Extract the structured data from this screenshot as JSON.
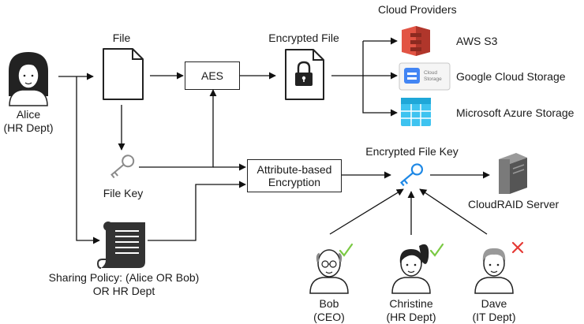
{
  "title": "Cloud Providers",
  "alice": {
    "name": "Alice",
    "dept": "(HR Dept)"
  },
  "file_label": "File",
  "encrypted_file_label": "Encrypted File",
  "aes_label": "AES",
  "file_key_label": "File Key",
  "abe": {
    "line1": "Attribute-based",
    "line2": "Encryption"
  },
  "encrypted_file_key_label": "Encrypted File Key",
  "cloudraid_label": "CloudRAID Server",
  "sharing_policy": {
    "line1": "Sharing Policy: (Alice OR Bob)",
    "line2": "OR HR Dept"
  },
  "providers": [
    {
      "name": "AWS S3",
      "icon": "aws-s3-icon",
      "color": "#e25444"
    },
    {
      "name": "Google Cloud Storage",
      "icon": "google-cloud-storage-icon",
      "color": "#4285f4",
      "icon_text1": "Cloud",
      "icon_text2": "Storage"
    },
    {
      "name": "Microsoft Azure Storage",
      "icon": "azure-storage-icon",
      "color": "#3ec3f0"
    }
  ],
  "users": [
    {
      "name": "Bob",
      "dept": "(CEO)",
      "access": "granted"
    },
    {
      "name": "Christine",
      "dept": "(HR Dept)",
      "access": "granted"
    },
    {
      "name": "Dave",
      "dept": "(IT Dept)",
      "access": "denied"
    }
  ],
  "colors": {
    "check": "#7ac943",
    "cross": "#e53935",
    "key": "#1e88e5",
    "arrow": "#111111"
  }
}
